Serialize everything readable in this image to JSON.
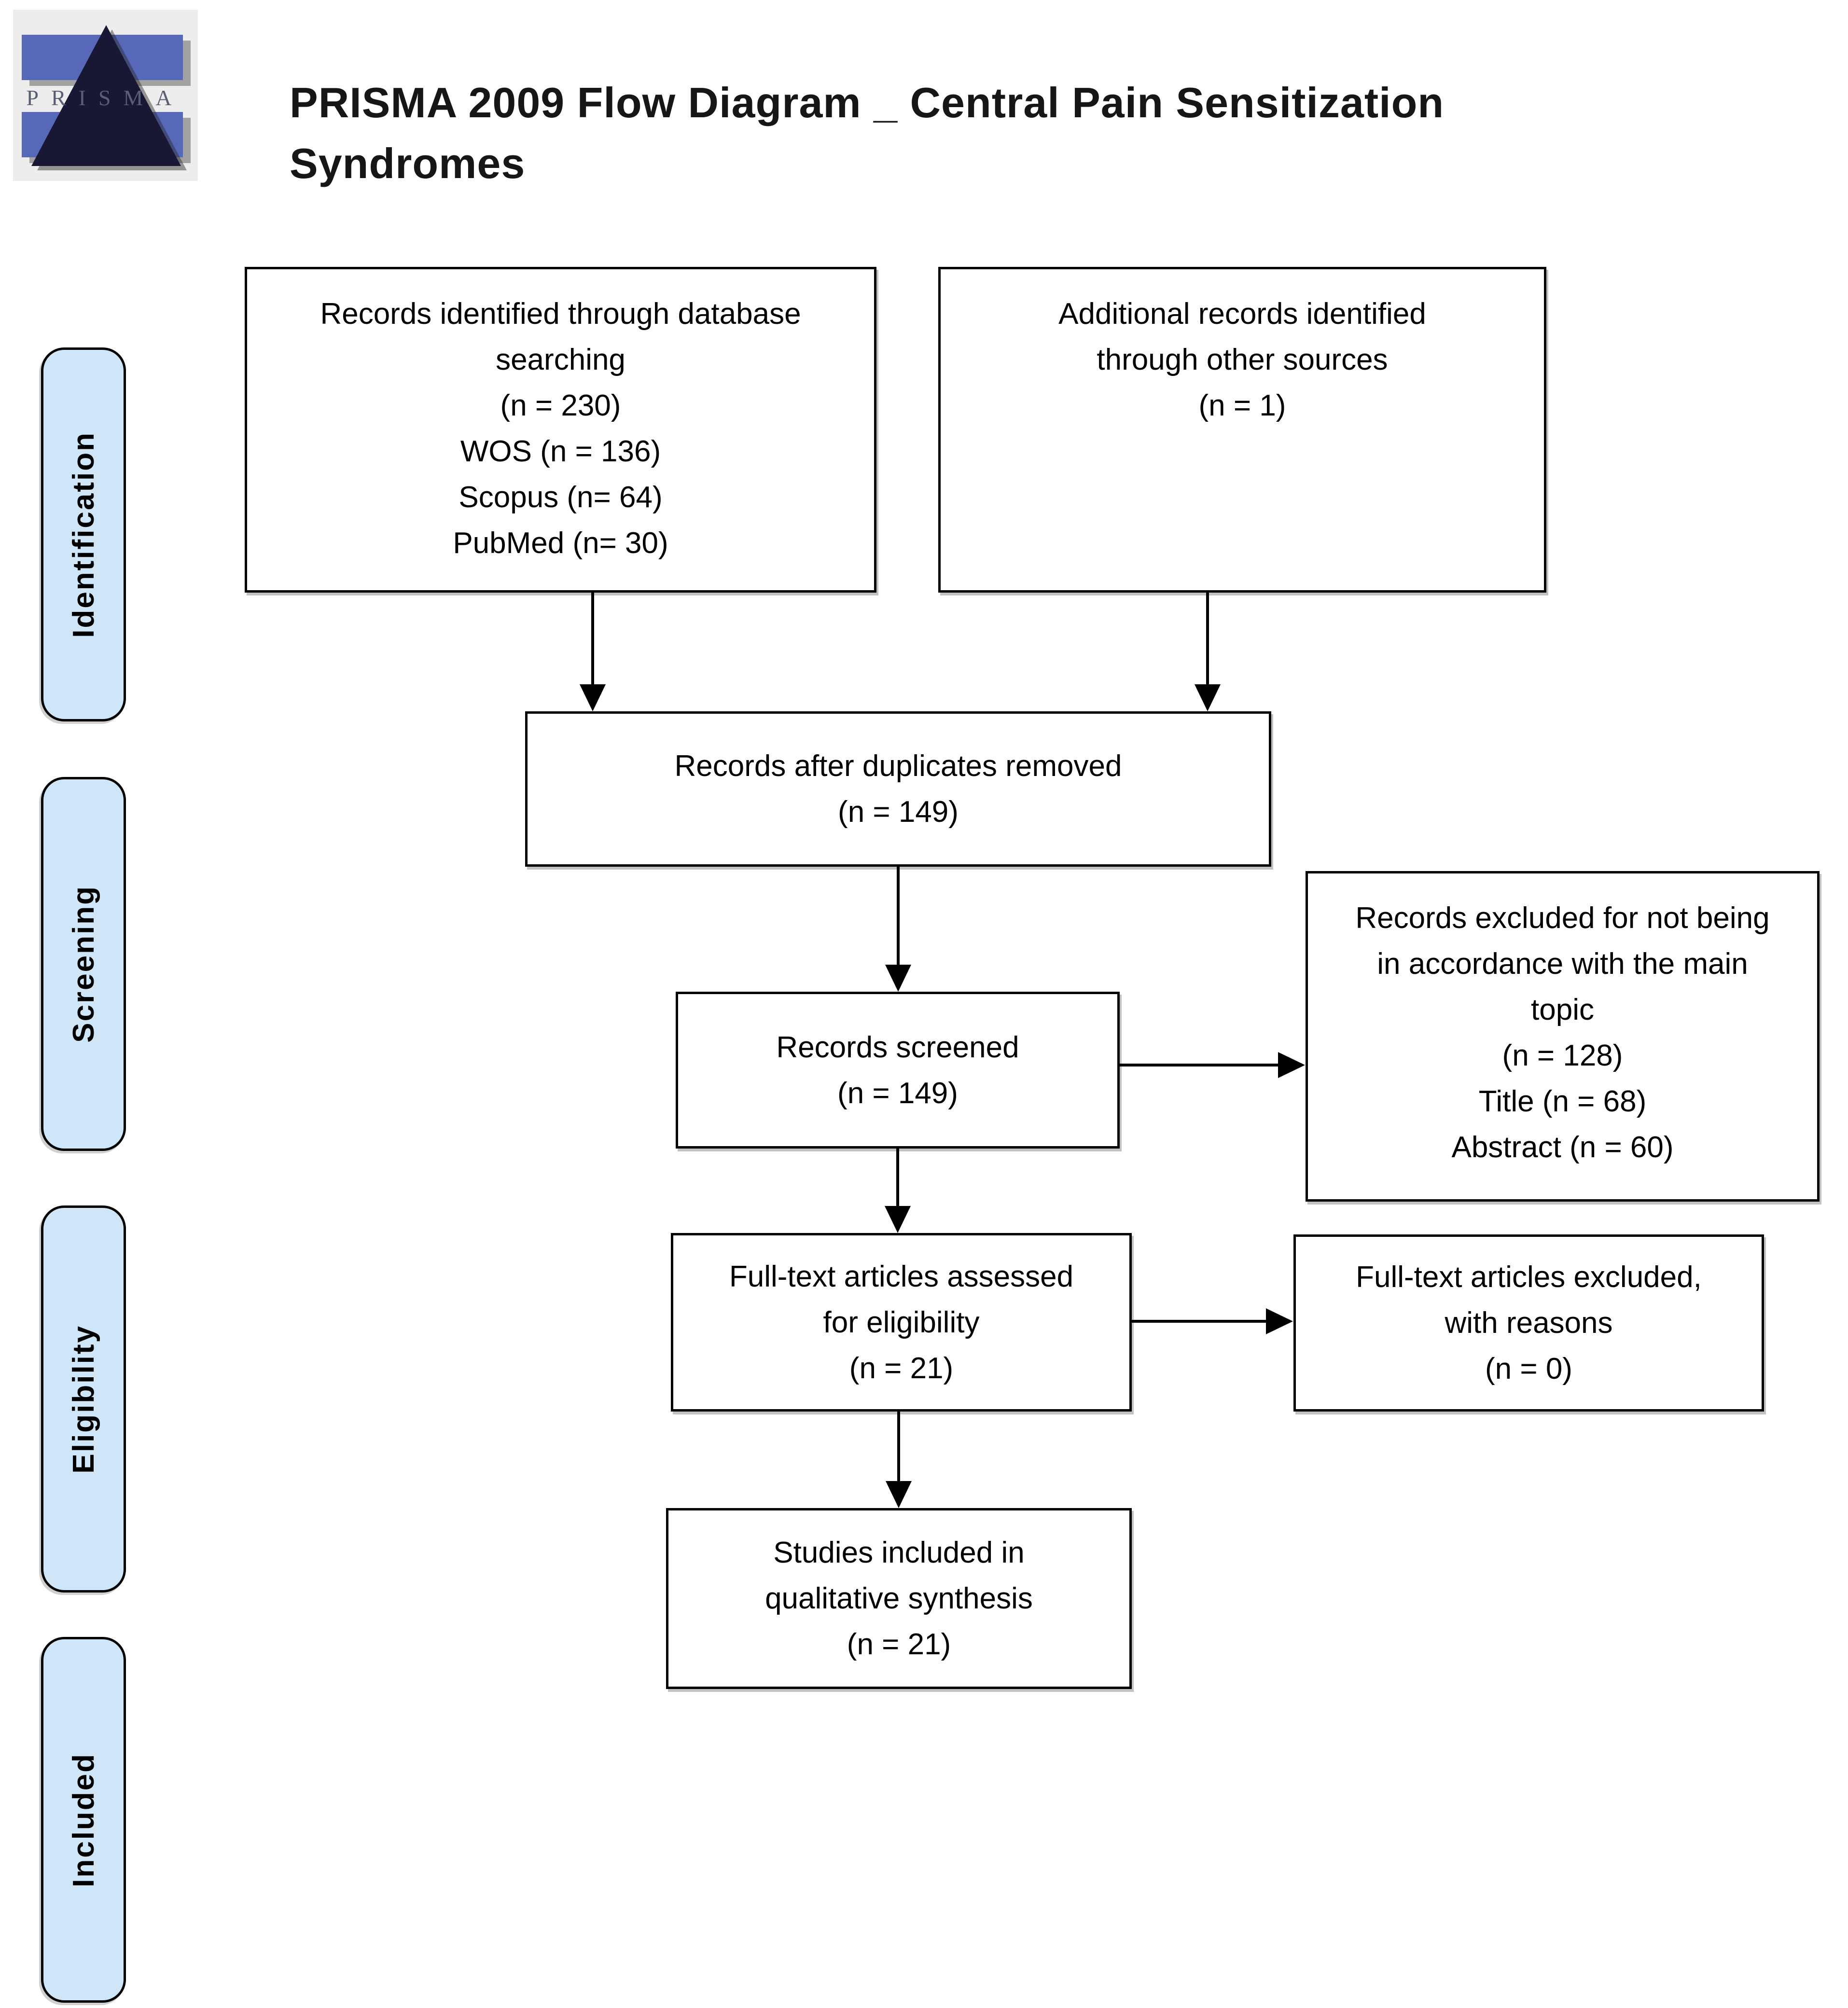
{
  "header": {
    "title_line1": "PRISMA 2009 Flow Diagram _ Central Pain Sensitization",
    "title_line2": "Syndromes",
    "logo_text": "PRISMA"
  },
  "stages": {
    "identification": "Identification",
    "screening": "Screening",
    "eligibility": "Eligibility",
    "included": "Included"
  },
  "boxes": {
    "records_identified": {
      "lines": [
        "Records identified through database",
        "searching",
        "(n = 230)",
        "WOS (n = 136)",
        "Scopus (n= 64)",
        "PubMed (n= 30)"
      ]
    },
    "additional_records": {
      "lines": [
        "Additional records identified",
        "through other sources",
        "(n = 1)"
      ]
    },
    "after_duplicates": {
      "lines": [
        "Records after duplicates removed",
        "(n = 149)"
      ]
    },
    "records_screened": {
      "lines": [
        "Records screened",
        "(n = 149)"
      ]
    },
    "records_excluded": {
      "lines": [
        "Records excluded for not being",
        "in accordance with the main",
        "topic",
        "(n = 128)",
        "Title (n = 68)",
        "Abstract (n = 60)"
      ]
    },
    "fulltext_assessed": {
      "lines": [
        "Full-text articles assessed",
        "for eligibility",
        "(n = 21)"
      ]
    },
    "fulltext_excluded": {
      "lines": [
        "Full-text articles excluded,",
        "with reasons",
        "(n = 0)"
      ]
    },
    "studies_included": {
      "lines": [
        "Studies included in",
        "qualitative synthesis",
        "(n = 21)"
      ]
    }
  },
  "colors": {
    "stage_fill": "#cfe6f8",
    "logo_band_blue": "#5868b8",
    "logo_triangle_navy": "#181834",
    "box_border": "#000000",
    "background": "#ffffff"
  }
}
